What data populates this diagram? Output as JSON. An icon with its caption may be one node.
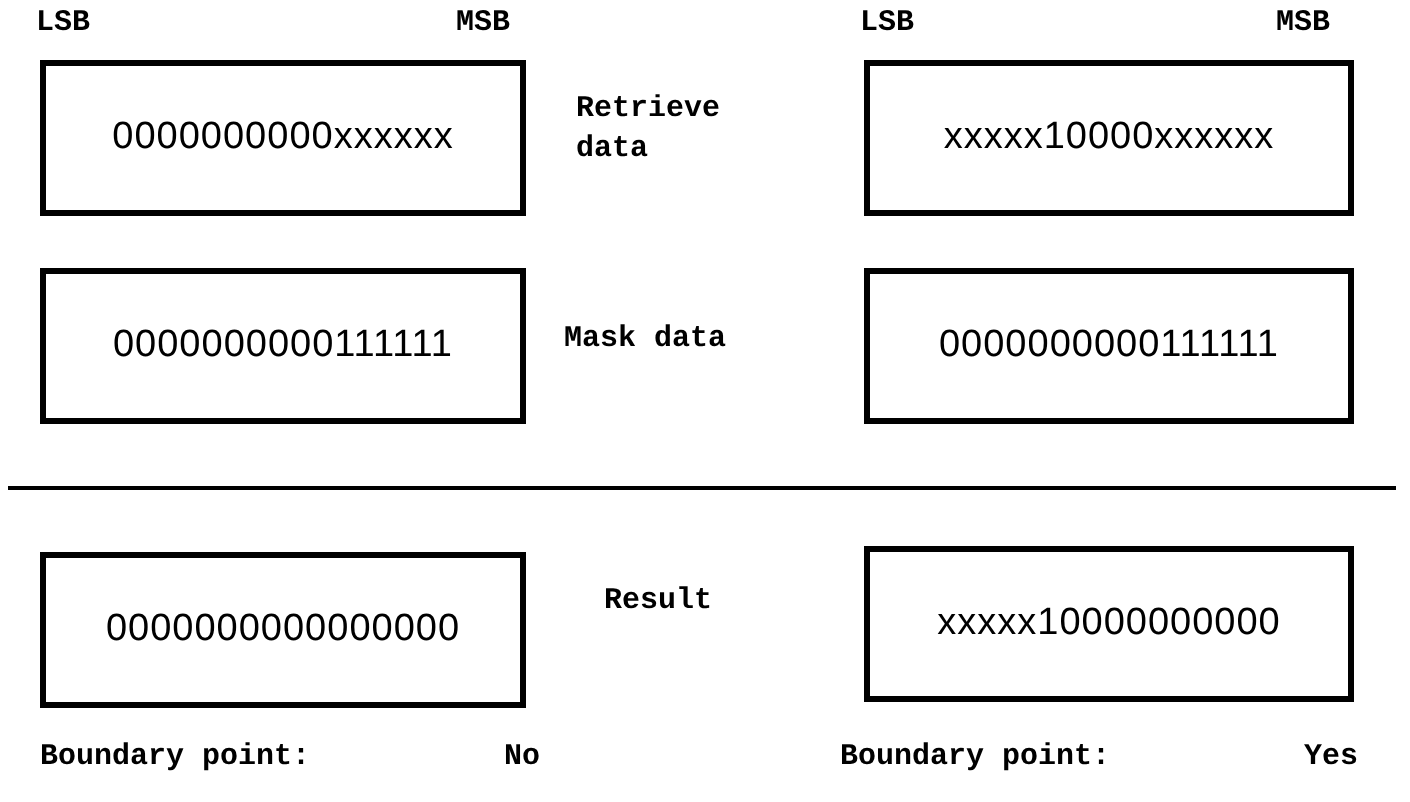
{
  "diagram": {
    "nodes": [
      {
        "text": [
          "0000000000xxxxxx"
        ]
      },
      {
        "text": [
          "xxxxx10000xxxxxx"
        ]
      },
      {
        "text": [
          "0000000000111111"
        ]
      },
      {
        "text": [
          "0000000000111111"
        ]
      },
      {
        "text": [
          "0000000000000000"
        ]
      },
      {
        "text": [
          "xxxxx10000000000"
        ]
      }
    ],
    "edges": [],
    "labels": [
      "LSB",
      "MSB",
      "LSB",
      "MSB",
      "Retrieve data",
      "Mask data",
      "Result",
      "Boundary point:",
      "No",
      "Boundary point:",
      "Yes"
    ]
  }
}
